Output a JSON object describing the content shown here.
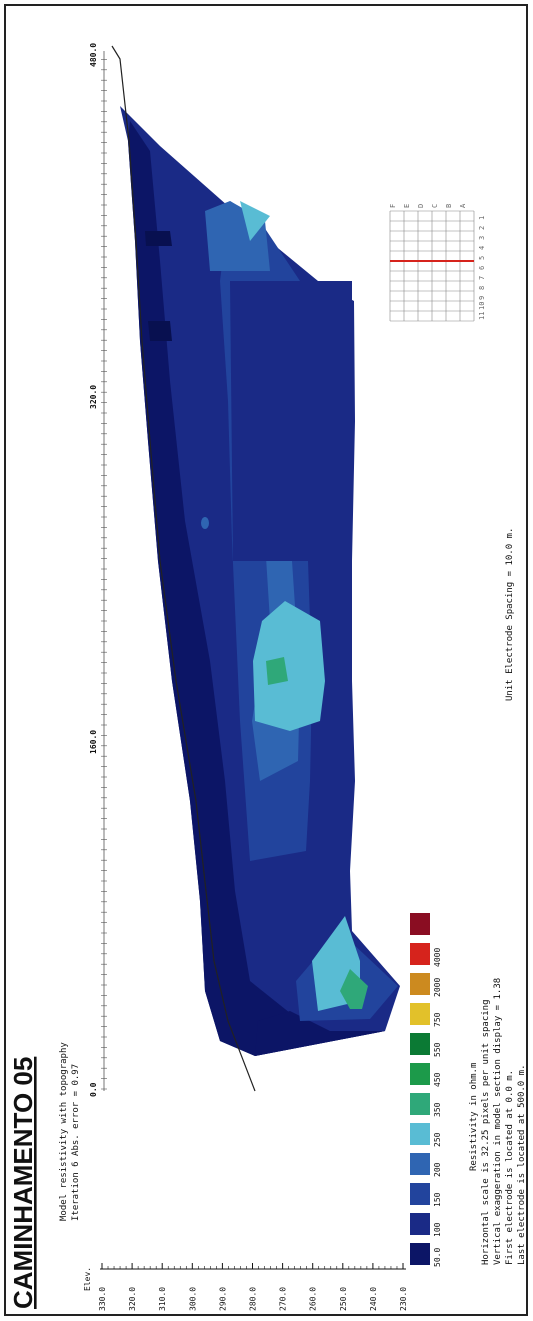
{
  "title": "CAMINHAMENTO 05",
  "header": {
    "line1": "Model resistivity with topography",
    "line2": "Iteration 6 Abs. error = 0.97"
  },
  "elev_label": "Elev.",
  "elev_ticks": [
    "330.0",
    "320.0",
    "310.0",
    "300.0",
    "290.0",
    "280.0",
    "270.0",
    "260.0",
    "250.0",
    "240.0",
    "230.0"
  ],
  "distance_labels": [
    "0.0",
    "160.0",
    "320.0",
    "480.0"
  ],
  "legend": {
    "values": [
      "50.0",
      "100",
      "150",
      "200",
      "250",
      "350",
      "450",
      "550",
      "750",
      "2000",
      "4000",
      ""
    ],
    "colors": [
      "#0c1566",
      "#1a2a86",
      "#22449d",
      "#2f65b2",
      "#59bcd4",
      "#2fa879",
      "#1c9a4a",
      "#0b7a34",
      "#e2c12a",
      "#cc8a1f",
      "#d6231c",
      "#8a0d22"
    ],
    "caption": "Resistivity in ohm.m"
  },
  "footer": {
    "line1": "Horizontal scale is 32.25 pixels per unit spacing",
    "line2": "Vertical exaggeration in model section display = 1.38",
    "line3": "First electrode is located at 0.0 m.",
    "line4": "Last electrode is located at 500.0 m."
  },
  "unit_spacing": "Unit Electrode Spacing = 10.0 m.",
  "iteration_grid": {
    "rows": [
      "F",
      "E",
      "D",
      "C",
      "B",
      "A"
    ],
    "cols": [
      "11",
      "10",
      "9",
      "8",
      "7",
      "6",
      "5",
      "4",
      "3",
      "2",
      "1"
    ],
    "highlight_color": "#d6231c"
  },
  "colors": {
    "bg_dark": "#0c1566",
    "bg_mid": "#1a2a86",
    "blue2": "#22449d",
    "blue3": "#2f65b2",
    "cyan": "#59bcd4",
    "teal": "#2fa879",
    "green": "#1c9a4a"
  }
}
